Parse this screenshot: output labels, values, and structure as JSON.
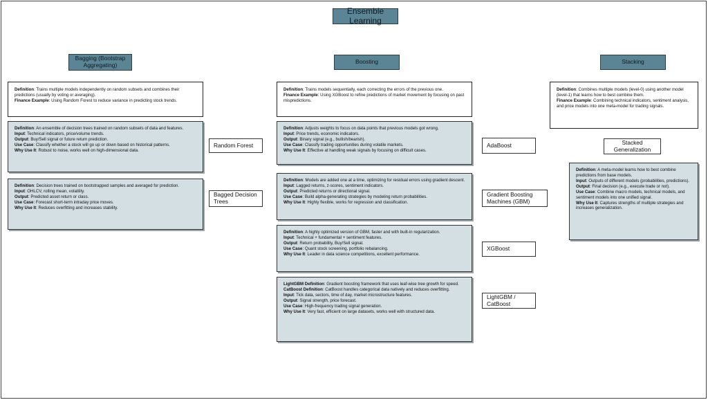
{
  "title": "Ensemble Learning",
  "columns": [
    {
      "title": "Bagging (Bootstrap Aggregating)",
      "summary": [
        {
          "k": "Definition",
          "v": ": Trains multiple models independently on random subsets and combines their predictions (usually by voting or averaging)."
        },
        {
          "k": "Finance Example",
          "v": ": Using Random Forest to reduce variance in predicting stock trends."
        }
      ],
      "methods": [
        {
          "label": "Random Forest",
          "details": [
            {
              "k": "Definition",
              "v": ": An ensemble of decision trees trained on random subsets of data and features."
            },
            {
              "k": "Input",
              "v": ": Technical indicators, price/volume trends."
            },
            {
              "k": "Output",
              "v": ": Buy/Sell signal or future return prediction."
            },
            {
              "k": "Use Case",
              "v": ": Classify whether a stock will go up or down based on historical patterns."
            },
            {
              "k": "Why Use It",
              "v": ": Robust to noise, works well on high-dimensional data."
            }
          ]
        },
        {
          "label": "Bagged Decision Trees",
          "details": [
            {
              "k": "Definition",
              "v": ": Decision trees trained on bootstrapped samples and averaged for prediction."
            },
            {
              "k": "Input",
              "v": ": OHLCV, rolling mean, volatility."
            },
            {
              "k": "Output",
              "v": ": Predicted asset return or class."
            },
            {
              "k": "Use Case",
              "v": ": Forecast short-term intraday price moves."
            },
            {
              "k": "Why Use It",
              "v": ": Reduces overfitting and increases stability."
            }
          ]
        }
      ]
    },
    {
      "title": "Boosting",
      "summary": [
        {
          "k": "Definition",
          "v": ": Trains models sequentially, each correcting the errors of the previous one."
        },
        {
          "k": "Finance Example",
          "v": ": Using XGBoost to refine predictions of market movement by focusing on past mispredictions."
        }
      ],
      "methods": [
        {
          "label": "AdaBoost",
          "details": [
            {
              "k": "Definition",
              "v": ": Adjusts weights to focus on data points that previous models got wrong."
            },
            {
              "k": "Input",
              "v": ": Price trends, economic indicators."
            },
            {
              "k": "Output",
              "v": ": Binary signal (e.g., bullish/bearish)."
            },
            {
              "k": "Use Case",
              "v": ": Classify trading opportunities during volatile markets."
            },
            {
              "k": "Why Use It",
              "v": ": Effective at handling weak signals by focusing on difficult cases."
            }
          ]
        },
        {
          "label": "Gradient Boosting Machines (GBM)",
          "details": [
            {
              "k": "Definition",
              "v": ": Models are added one at a time, optimizing for residual errors using gradient descent."
            },
            {
              "k": "Input",
              "v": ": Lagged returns, z-scores, sentiment indicators."
            },
            {
              "k": "Output",
              "v": ": Predicted returns or directional signal."
            },
            {
              "k": "Use Case",
              "v": ": Build alpha-generating strategies by modeling return probabilities."
            },
            {
              "k": "Why Use It",
              "v": ": Highly flexible, works for regression and classification."
            }
          ]
        },
        {
          "label": "XGBoost",
          "details": [
            {
              "k": "Definition",
              "v": ": A highly optimized version of GBM, faster and with built-in regularization."
            },
            {
              "k": "Input",
              "v": ": Technical + fundamental + sentiment features."
            },
            {
              "k": "Output",
              "v": ": Return probability, Buy/Sell signal."
            },
            {
              "k": "Use Case",
              "v": ": Quant stock screening, portfolio rebalancing."
            },
            {
              "k": "Why Use It",
              "v": ": Leader in data science competitions, excellent performance."
            }
          ]
        },
        {
          "label": "LightGBM / CatBoost",
          "details": [
            {
              "k": "LightGBM Definition",
              "v": ": Gradient boosting framework that uses leaf-wise tree growth for speed."
            },
            {
              "k": "CatBoost Definition",
              "v": ": CatBoost handles categorical data natively and reduces overfitting."
            },
            {
              "k": "Input",
              "v": ": Tick data, sectors, time of day, market microstructure features."
            },
            {
              "k": "Output",
              "v": ": Signal strength, price forecast."
            },
            {
              "k": "Use Case",
              "v": ": High-frequency trading signal generation."
            },
            {
              "k": "Why Use It",
              "v": ": Very fast, efficient on large datasets, works well with structured data."
            }
          ]
        }
      ]
    },
    {
      "title": "Stacking",
      "summary": [
        {
          "k": "Definition",
          "v": ": Combines multiple models (level-0) using another model (level-1) that learns how to best combine them."
        },
        {
          "k": "Finance Example",
          "v": ": Combining technical indicators, sentiment analysis, and price models into one meta-model for trading signals."
        }
      ],
      "methods": [
        {
          "label": "Stacked Generalization",
          "details": [
            {
              "k": "Definition",
              "v": ": A meta-model learns how to best combine predictions from base models."
            },
            {
              "k": "Input",
              "v": ": Outputs of different models (probabilities, predictions)."
            },
            {
              "k": "Output",
              "v": ": Final decision (e.g., execute trade or not)."
            },
            {
              "k": "Use Case",
              "v": ": Combine macro models, technical models, and sentiment models into one unified signal."
            },
            {
              "k": "Why Use It",
              "v": ": Captures strengths of multiple strategies and increases generalization."
            }
          ]
        }
      ]
    }
  ]
}
